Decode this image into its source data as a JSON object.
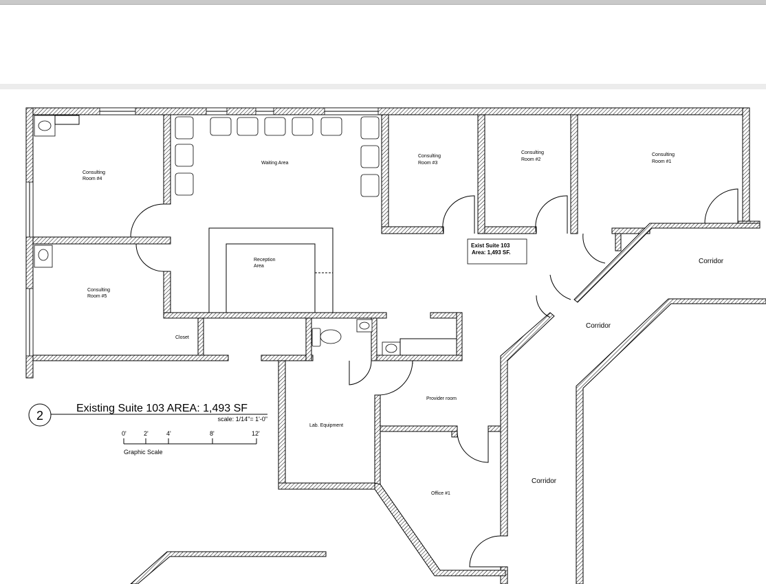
{
  "rooms": {
    "consulting_4": [
      "Consulting",
      "Room #4"
    ],
    "consulting_5": [
      "Consulting",
      "Room #5"
    ],
    "consulting_3": [
      "Consulting",
      "Room #3"
    ],
    "consulting_2": [
      "Consulting",
      "Room #2"
    ],
    "consulting_1": [
      "Consulting",
      "Room #1"
    ],
    "waiting": "Waiting Area",
    "reception": [
      "Reception",
      "Area"
    ],
    "closet": "Closet",
    "lab": "Lab. Equipment",
    "provider": "Provider room",
    "office_1": "Office #1",
    "corridor_1": "Corridor",
    "corridor_2": "Corridor",
    "corridor_3": "Corridor"
  },
  "area_box": [
    "Exist Suite 103",
    "Area: 1,493 SF."
  ],
  "title_block": {
    "number": "2",
    "title": "Existing Suite 103 AREA: 1,493 SF",
    "scale": "scale: 1/14\"= 1'-0\"",
    "scale_ticks": [
      "0'",
      "2'",
      "4'",
      "8'",
      "12'"
    ],
    "scale_label": "Graphic Scale"
  }
}
